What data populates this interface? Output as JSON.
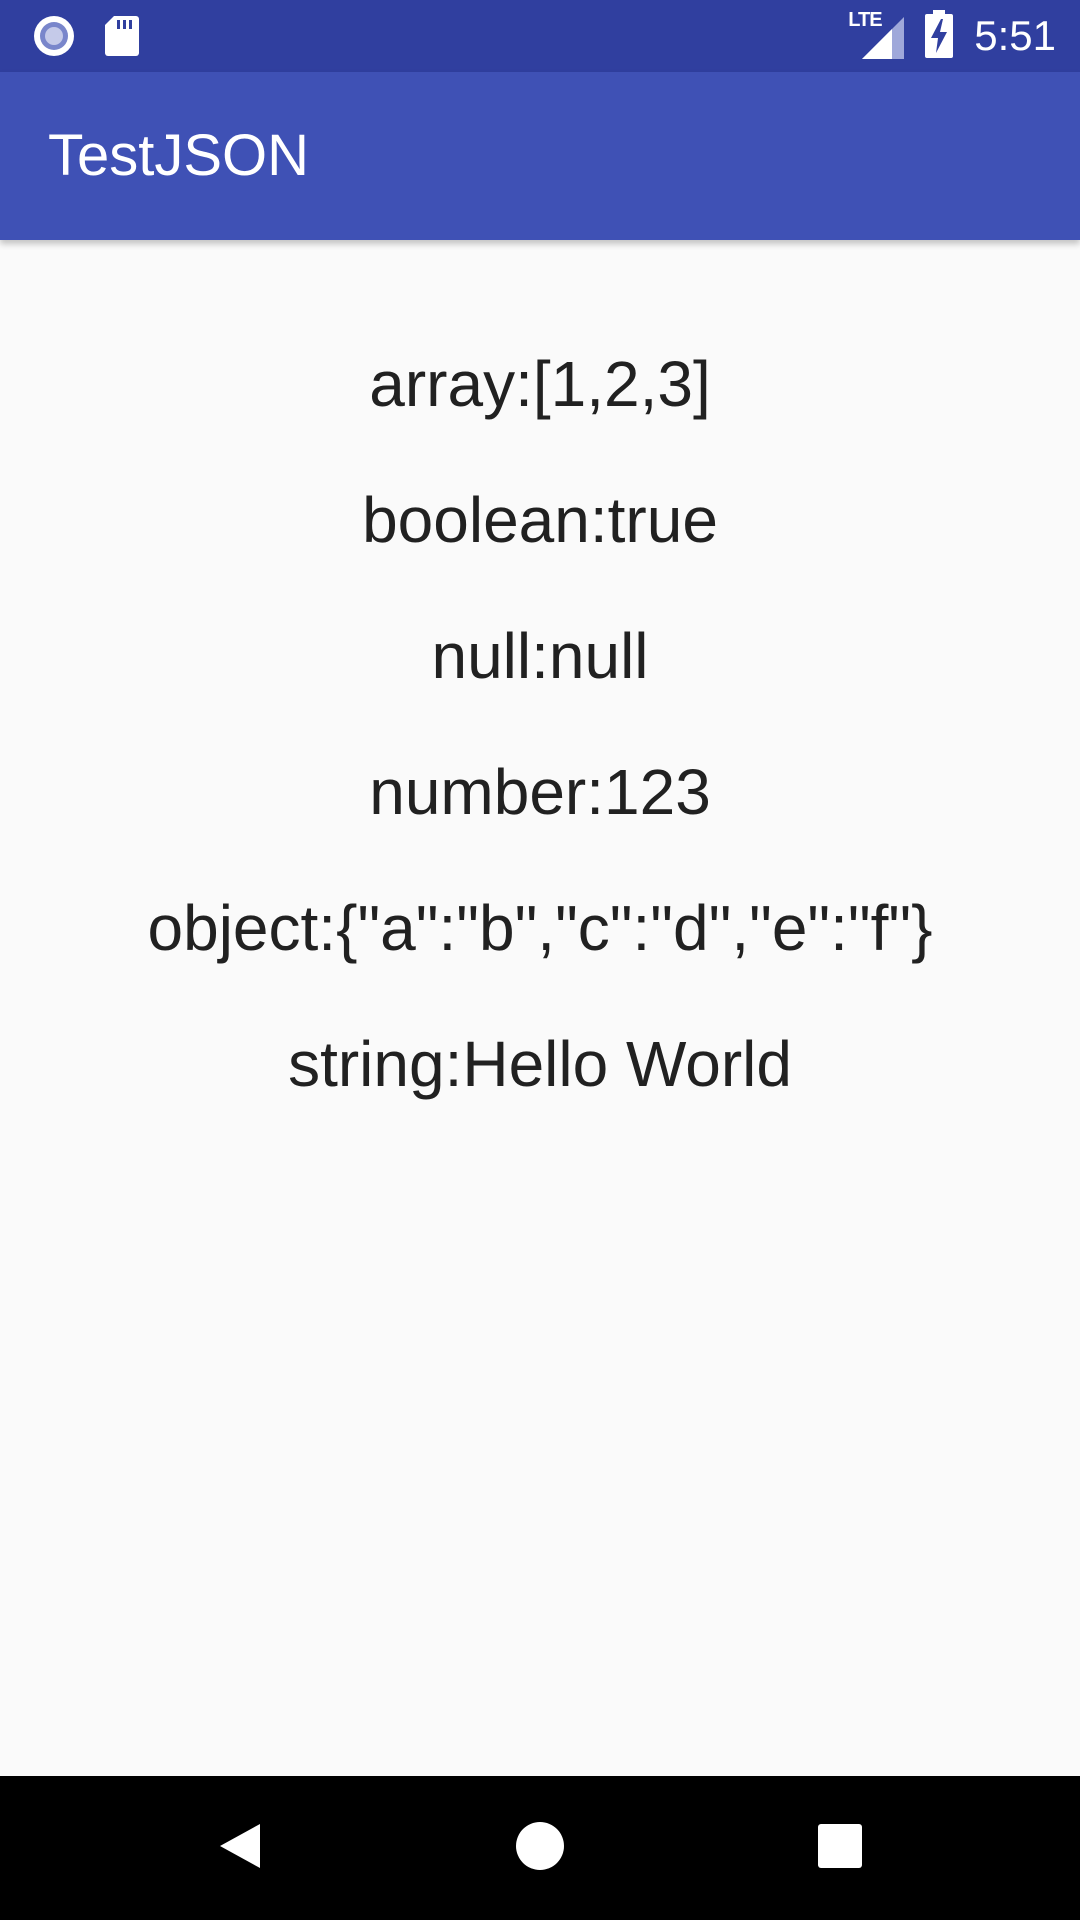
{
  "status_bar": {
    "time": "5:51",
    "network": "LTE",
    "icons": [
      "notification-circle-icon",
      "sd-card-icon",
      "lte-signal-icon",
      "battery-charging-icon"
    ]
  },
  "app_bar": {
    "title": "TestJSON"
  },
  "content": {
    "lines": [
      "array:[1,2,3]",
      "boolean:true",
      "null:null",
      "number:123",
      "object:{\"a\":\"b\",\"c\":\"d\",\"e\":\"f\"}",
      "string:Hello World"
    ]
  },
  "nav_bar": {
    "icons": [
      "back-icon",
      "home-icon",
      "recents-icon"
    ]
  },
  "colors": {
    "status_bar": "#303f9f",
    "app_bar": "#3f51b5",
    "background": "#fafafa",
    "text": "#212121"
  }
}
